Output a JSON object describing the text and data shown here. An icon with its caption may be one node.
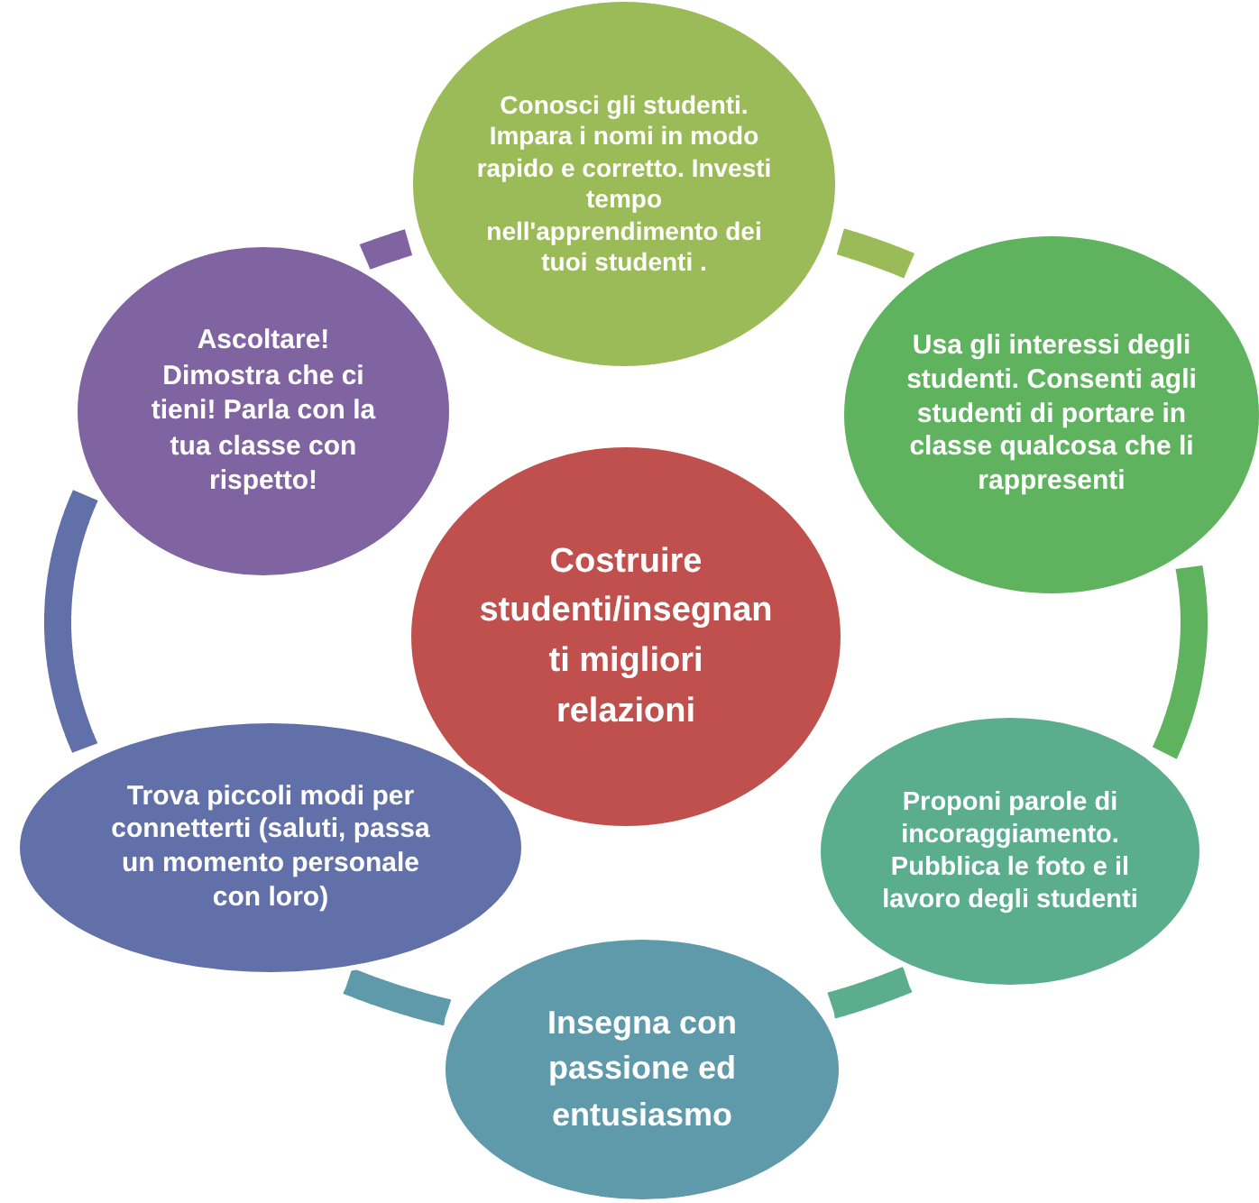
{
  "diagram": {
    "nodes": [
      {
        "text": [
          "Costruire studenti/insegnanti migliori relazioni"
        ]
      },
      {
        "text": [
          "Conosci gli studenti. Impara i nomi in modo rapido e corretto. Investi tempo nell'apprendimento dei tuoi studenti ."
        ]
      },
      {
        "text": [
          "Usa gli interessi degli studenti. Consenti agli studenti di portare in classe qualcosa che li rappresenti"
        ]
      },
      {
        "text": [
          "Proponi parole di incoraggiamento. Pubblica le foto e il lavoro degli studenti"
        ]
      },
      {
        "text": [
          "Insegna con passione ed entusiasmo"
        ]
      },
      {
        "text": [
          "Trova piccoli modi per connetterti (saluti, passa un momento personale con loro)"
        ]
      },
      {
        "text": [
          "Ascoltare! Dimostra che ci tieni! Parla con la tua classe con rispetto!"
        ]
      }
    ],
    "edges": [
      {
        "from": 1,
        "to": 2,
        "arrow": "none",
        "color": "#9bbb59"
      },
      {
        "from": 2,
        "to": 3,
        "arrow": "none",
        "color": "#5fb35e"
      },
      {
        "from": 3,
        "to": 4,
        "arrow": "none",
        "color": "#5bae8d"
      },
      {
        "from": 4,
        "to": 5,
        "arrow": "none",
        "color": "#5f9aab"
      },
      {
        "from": 5,
        "to": 6,
        "arrow": "none",
        "color": "#6170a8"
      },
      {
        "from": 6,
        "to": 1,
        "arrow": "none",
        "color": "#8064a2"
      }
    ]
  }
}
